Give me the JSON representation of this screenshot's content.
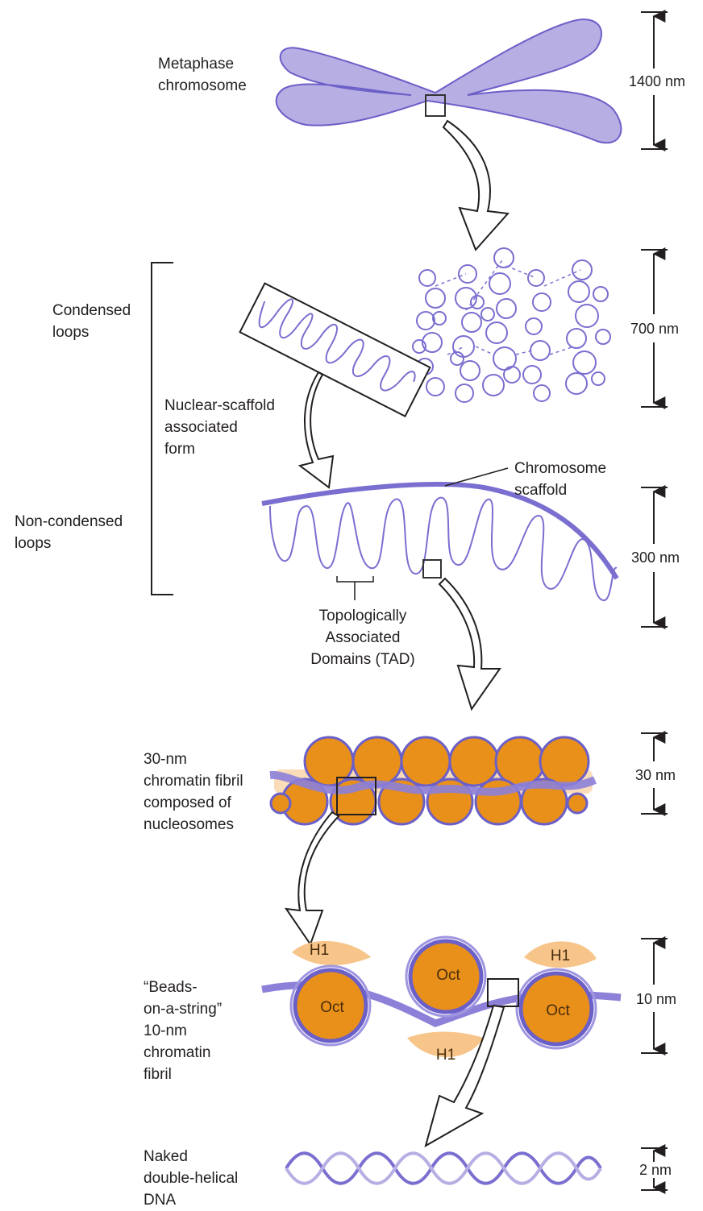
{
  "labels": {
    "metaphase": "Metaphase\nchromosome",
    "condensed": "Condensed\nloops",
    "scaffold_form": "Nuclear-scaffold\nassociated\nform",
    "chrom_scaffold": "Chromosome\nscaffold",
    "noncondensed": "Non-condensed\nloops",
    "tad": "Topologically\nAssociated\nDomains (TAD)",
    "fibril30": "30-nm\nchromatin fibril\ncomposed of\nnucleosomes",
    "beads": "“Beads-\non-a-string”\n10-nm\nchromatin\nfibril",
    "naked": "Naked\ndouble-helical\nDNA"
  },
  "scales": {
    "s1400": "1400 nm",
    "s700": "700 nm",
    "s300": "300 nm",
    "s30": "30 nm",
    "s10": "10 nm",
    "s2": "2 nm"
  },
  "nucleosome": {
    "h1": "H1",
    "oct": "Oct"
  },
  "colors": {
    "chromatin": "#b7aee3",
    "chromatin_stroke": "#6b5fc8",
    "histone": "#e8901a",
    "h1": "#f7c58a"
  }
}
